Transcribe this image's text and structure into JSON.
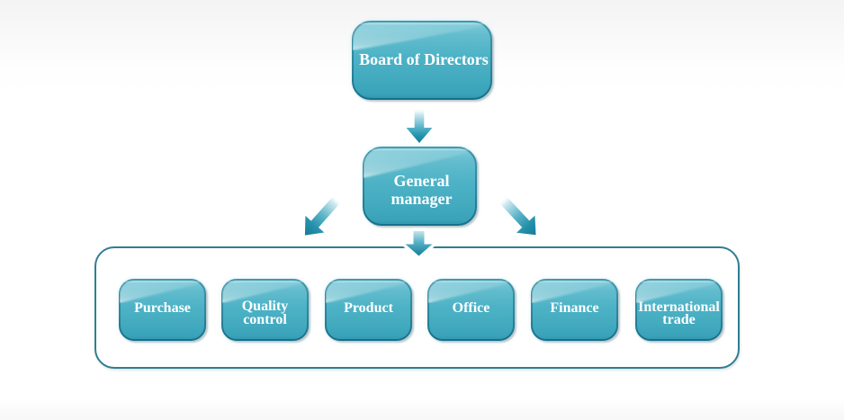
{
  "diagram": {
    "type": "organization-chart",
    "nodes": {
      "root": {
        "label": "Board of Directors"
      },
      "manager": {
        "label": "General manager"
      },
      "departments": [
        {
          "label": "Purchase"
        },
        {
          "label": "Quality control"
        },
        {
          "label": "Product"
        },
        {
          "label": "Office"
        },
        {
          "label": "Finance"
        },
        {
          "label": "International trade"
        }
      ]
    },
    "colors": {
      "node_fill_top": "#84cdda",
      "node_fill_mid": "#49afc4",
      "node_fill_bottom": "#2f97ad",
      "node_border_top": "#3f96ab",
      "node_border_bottom": "#16708a",
      "gloss_white": "#ffffff",
      "arrow_head": "#157f9a",
      "arrow_tail": "#d9eef3",
      "container_border": "#2f7e93",
      "container_fill": "#ffffff",
      "label_text": "#ffffff",
      "background_top": "#f4f4f5",
      "background_main": "#ffffff"
    }
  }
}
